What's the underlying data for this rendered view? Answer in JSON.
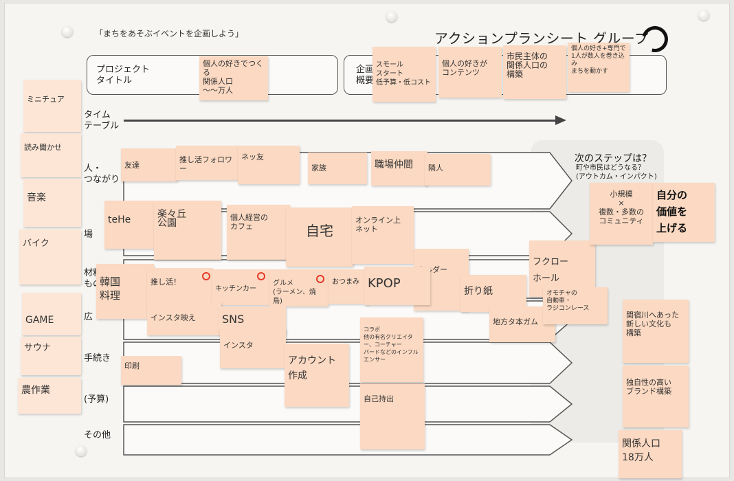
{
  "header": {
    "subtitle": "「まちをあそぶイベントを企画しよう」",
    "title": "アクションプランシート グループ"
  },
  "form_labels": {
    "project_title": "プロジェクト\nタイトル",
    "overview": "企画\n概要",
    "timetable": "タイム\nテーブル",
    "people": "人・\nつながり",
    "place": "場",
    "materials": "材料\nもの",
    "publicity": "広",
    "procedures": "手続き",
    "budget": "(予算)",
    "other": "その他"
  },
  "next_step": {
    "title": "次のステップは？",
    "subtitle": "町や市民はどうなる？\n(アウトカム・インパクト)"
  },
  "notes": {
    "left_column": [
      "ミニチュア",
      "読み聞かせ",
      "音楽",
      "バイク",
      "GAME",
      "サウナ",
      "農作業"
    ],
    "project_title": "個人の好きでつくる\n関係人口\n〜〜万人",
    "overview": [
      "スモール\nスタート\n低予算・低コスト",
      "個人の好きが\nコンテンツ",
      "市民主体の\n関係人口の\n構築",
      "個人の好き+専門で\n1人が数人を巻き込み\nまちを動かす"
    ],
    "people": [
      "友達",
      "推し活フォロワー",
      "ネッ友",
      "家族",
      "職場仲間",
      "隣人"
    ],
    "place": [
      "teHe",
      "楽々丘\n公園",
      "個人経営の\nカフェ",
      "自宅",
      "オンライン上\nネット"
    ],
    "materials": [
      "韓国\n料理",
      "推し活！",
      "キッチンカー",
      "グルメ\n(ラーメン、焼鳥)",
      "おつまみ",
      "KPOP",
      "ホルダー",
      "折り紙",
      "フクロー\nホール"
    ],
    "publicity": [
      "インスタ映え",
      "SNS",
      "インスタ",
      "コラボ\n他の有名クリエイター、コーチャー\nバードなどのインフルエンサー",
      "地方タ本ガム",
      "オモチャの\n自動車・\nラジコンレース"
    ],
    "procedures": [
      "印刷",
      "アカウント\n作成"
    ],
    "budget": [
      "自己持出"
    ],
    "next_step": [
      "小規模\n×\n複数・多数の\nコミュニティ",
      "自分の\n価値を\n上げる",
      "関宿川へあった\n新しい文化も\n構築",
      "独自性の高い\nブランド構築",
      "関係人口\n18万人"
    ]
  }
}
